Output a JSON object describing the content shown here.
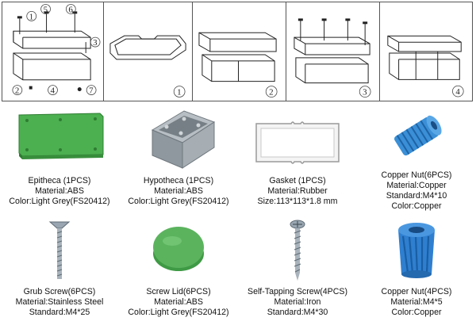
{
  "assembly": {
    "callouts": [
      "1",
      "2",
      "3",
      "4",
      "5",
      "6",
      "7"
    ],
    "steps": [
      "1",
      "2",
      "3",
      "4"
    ]
  },
  "parts": [
    {
      "name": "Epitheca (1PCS)",
      "material": "Material:ABS",
      "spec": "Color:Light Grey(FS20412)",
      "color": "#4caf50"
    },
    {
      "name": "Hypotheca (1PCS)",
      "material": "Material:ABS",
      "spec": "Color:Light Grey(FS20412)",
      "color": "#9aa3a8"
    },
    {
      "name": "Gasket (1PCS)",
      "material": "Material:Rubber",
      "spec": "Size:113*113*1.8 mm",
      "color": "#e8e8e8"
    },
    {
      "name": "Copper Nut(6PCS)",
      "material": "Material:Copper",
      "spec": "Standard:M4*10",
      "extra": "Color:Copper",
      "color": "#3a8fd6"
    },
    {
      "name": "Grub Screw(6PCS)",
      "material": "Material:Stainless Steel",
      "spec": "Standard:M4*25",
      "color": "#8c9aa6"
    },
    {
      "name": "Screw Lid(6PCS)",
      "material": "Material:ABS",
      "spec": "Color:Light Grey(FS20412)",
      "color": "#5bb35e"
    },
    {
      "name": "Self-Tapping Screw(4PCS)",
      "material": "Material:Iron",
      "spec": "Standard:M4*30",
      "color": "#8c9aa6"
    },
    {
      "name": "Copper Nut(4PCS)",
      "material": "Material:M4*5",
      "spec": "Color:Copper",
      "color": "#2f7fd0"
    }
  ]
}
